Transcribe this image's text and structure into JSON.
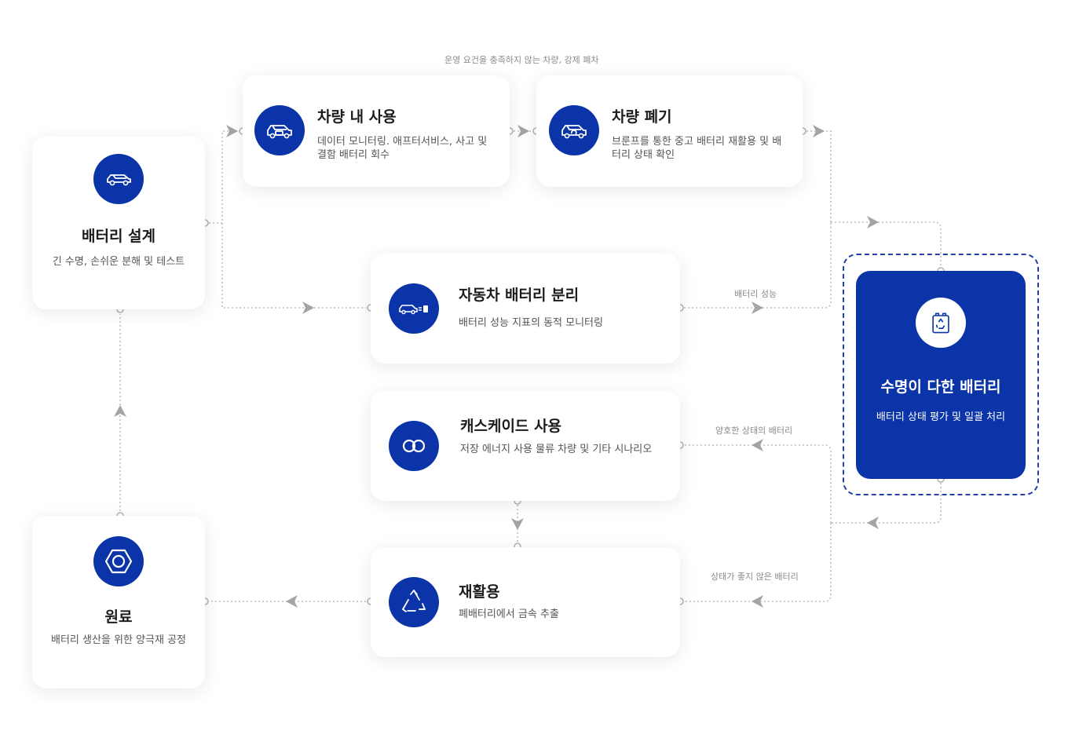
{
  "nodes": {
    "design": {
      "title": "배터리 설계",
      "desc": "긴 수명, 손쉬운 분해 및 테스트",
      "icon": "car-icon"
    },
    "raw": {
      "title": "원료",
      "desc": "배터리 생산을 위한 양극재 공정",
      "icon": "hexagon-nut-icon"
    },
    "vehicle_use": {
      "title": "차량 내 사용",
      "desc": "데이터 모니터링. 애프터서비스, 사고 및 결함 배터리 회수",
      "icon": "car-battery-icon"
    },
    "scrap": {
      "title": "차량 폐기",
      "desc": "브룬프를 통한 중고 배터리 재활용 및 배터리 상태 확인",
      "icon": "car-recycle-icon"
    },
    "separation": {
      "title": "자동차 배터리 분리",
      "desc": "배터리 성능 지표의 동적 모니터링",
      "icon": "car-battery-separation-icon"
    },
    "cascade": {
      "title": "캐스케이드 사용",
      "desc": "저장 에너지 사용 물류 차량 및 기타 시나리오",
      "icon": "infinity-loop-icon"
    },
    "recycle": {
      "title": "재활용",
      "desc": "폐배터리에서 금속 추출",
      "icon": "recycle-icon"
    },
    "end_of_life": {
      "title": "수명이 다한 배터리",
      "desc": "배터리 상태 평가 및 일괄 처리",
      "icon": "battery-recycle-icon"
    }
  },
  "edge_labels": {
    "forced_scrap": "운영 요건을 충족하지 않는 차량, 강제 폐차",
    "battery_performance": "배터리 성능",
    "good_condition": "양호한 상태의 배터리",
    "poor_condition": "상태가 좋지 않은 배터리"
  },
  "colors": {
    "primary": "#0a34a8",
    "connector": "#b5b5b5",
    "arrow": "#a6a6a6"
  }
}
